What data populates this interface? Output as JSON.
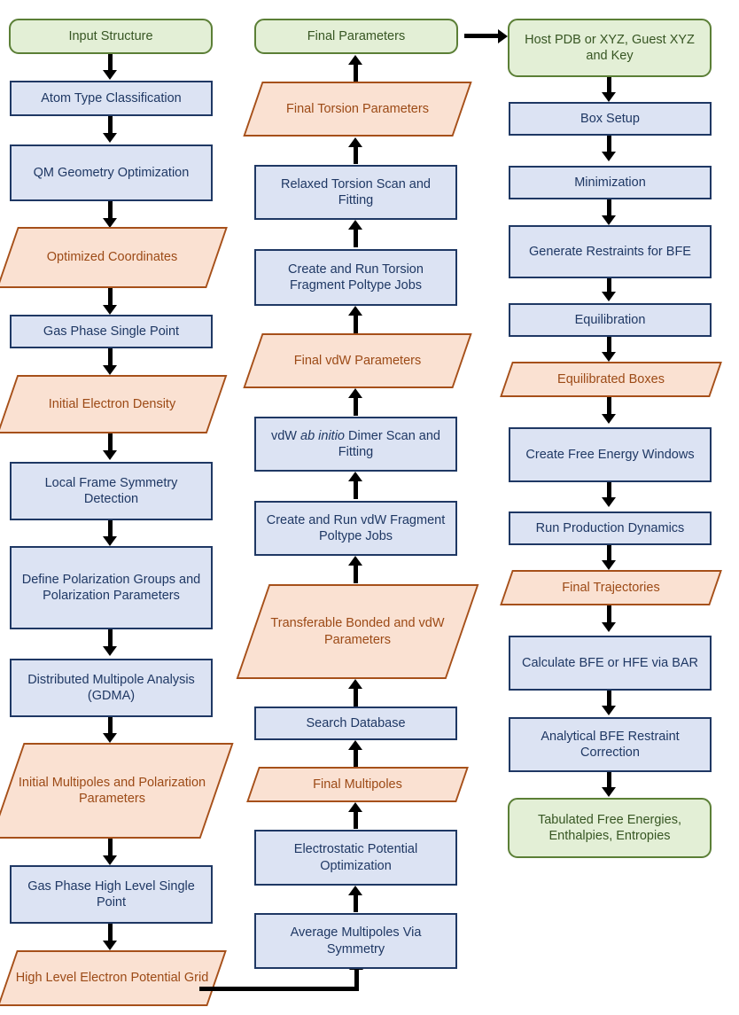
{
  "diagram": {
    "title": "Poltype / BAR free energy workflow flowchart",
    "colors": {
      "process_fill": "#dce3f3",
      "process_border": "#1f3864",
      "process_text": "#1f3864",
      "terminal_fill": "#e3efd6",
      "terminal_border": "#5b7f36",
      "terminal_text": "#375623",
      "data_fill": "#fae1d2",
      "data_border": "#a6501a",
      "data_text": "#9c4a16",
      "connector": "#000000"
    },
    "columns": [
      {
        "name": "parameterization-column",
        "nodes": [
          {
            "id": "input-structure",
            "label": "Input Structure",
            "shape": "terminator"
          },
          {
            "id": "atom-type-classification",
            "label": "Atom Type Classification",
            "shape": "process"
          },
          {
            "id": "qm-geometry-optimization",
            "label": "QM Geometry Optimization",
            "shape": "process"
          },
          {
            "id": "optimized-coordinates",
            "label": "Optimized Coordinates",
            "shape": "data"
          },
          {
            "id": "gas-phase-single-point",
            "label": "Gas Phase Single Point",
            "shape": "process"
          },
          {
            "id": "initial-electron-density",
            "label": "Initial Electron Density",
            "shape": "data"
          },
          {
            "id": "local-frame-symmetry-detection",
            "label": "Local Frame Symmetry Detection",
            "shape": "process"
          },
          {
            "id": "define-polarization-groups",
            "label": "Define Polarization Groups and Polarization Parameters",
            "shape": "process"
          },
          {
            "id": "distributed-multipole-analysis",
            "label": "Distributed Multipole Analysis (GDMA)",
            "shape": "process"
          },
          {
            "id": "initial-multipoles",
            "label": "Initial Multipoles and Polarization Parameters",
            "shape": "data"
          },
          {
            "id": "gas-phase-high-level-single-point",
            "label": "Gas Phase High Level Single Point",
            "shape": "process"
          },
          {
            "id": "high-level-electron-potential-grid",
            "label": "High Level Electron Potential Grid",
            "shape": "data"
          }
        ]
      },
      {
        "name": "fitting-column",
        "nodes": [
          {
            "id": "final-parameters",
            "label": "Final Parameters",
            "shape": "terminator"
          },
          {
            "id": "final-torsion-parameters",
            "label": "Final Torsion Parameters",
            "shape": "data"
          },
          {
            "id": "relaxed-torsion-scan-and-fitting",
            "label": "Relaxed Torsion Scan and Fitting",
            "shape": "process"
          },
          {
            "id": "create-run-torsion-fragment-jobs",
            "label": "Create and Run Torsion Fragment Poltype Jobs",
            "shape": "process"
          },
          {
            "id": "final-vdw-parameters",
            "label": "Final vdW Parameters",
            "shape": "data"
          },
          {
            "id": "vdw-ab-initio-dimer-scan",
            "label": "vdW ab initio Dimer Scan and Fitting",
            "shape": "process",
            "italic_span": "ab initio"
          },
          {
            "id": "create-run-vdw-fragment-jobs",
            "label": "Create and Run vdW Fragment Poltype Jobs",
            "shape": "process"
          },
          {
            "id": "transferable-bonded-vdw-parameters",
            "label": "Transferable Bonded and vdW Parameters",
            "shape": "data"
          },
          {
            "id": "search-database",
            "label": "Search Database",
            "shape": "process"
          },
          {
            "id": "final-multipoles",
            "label": "Final Multipoles",
            "shape": "data"
          },
          {
            "id": "electrostatic-potential-optimization",
            "label": "Electrostatic Potential Optimization",
            "shape": "process"
          },
          {
            "id": "average-multipoles-via-symmetry",
            "label": "Average Multipoles Via Symmetry",
            "shape": "process"
          }
        ]
      },
      {
        "name": "free-energy-column",
        "nodes": [
          {
            "id": "host-pdb-guest-xyz-key",
            "label": "Host PDB or XYZ, Guest XYZ and Key",
            "shape": "terminator"
          },
          {
            "id": "box-setup",
            "label": "Box Setup",
            "shape": "process"
          },
          {
            "id": "minimization",
            "label": "Minimization",
            "shape": "process"
          },
          {
            "id": "generate-restraints-for-bfe",
            "label": "Generate Restraints for BFE",
            "shape": "process"
          },
          {
            "id": "equilibration",
            "label": "Equilibration",
            "shape": "process"
          },
          {
            "id": "equilibrated-boxes",
            "label": "Equilibrated Boxes",
            "shape": "data"
          },
          {
            "id": "create-free-energy-windows",
            "label": "Create Free Energy Windows",
            "shape": "process"
          },
          {
            "id": "run-production-dynamics",
            "label": "Run Production Dynamics",
            "shape": "process"
          },
          {
            "id": "final-trajectories",
            "label": "Final Trajectories",
            "shape": "data"
          },
          {
            "id": "calculate-bfe-or-hfe-via-bar",
            "label": "Calculate BFE or HFE via BAR",
            "shape": "process"
          },
          {
            "id": "analytical-bfe-restraint-correction",
            "label": "Analytical BFE Restraint Correction",
            "shape": "process"
          },
          {
            "id": "tabulated-free-energies",
            "label": "Tabulated Free Energies, Enthalpies, Entropies",
            "shape": "terminator"
          }
        ]
      }
    ],
    "cross_links": [
      {
        "id": "final-parameters-to-host-inputs",
        "from": "final-parameters",
        "to": "host-pdb-guest-xyz-key",
        "direction": "right"
      },
      {
        "id": "potential-grid-to-average-multipoles",
        "from": "high-level-electron-potential-grid",
        "to": "average-multipoles-via-symmetry",
        "direction": "right-up"
      }
    ]
  }
}
